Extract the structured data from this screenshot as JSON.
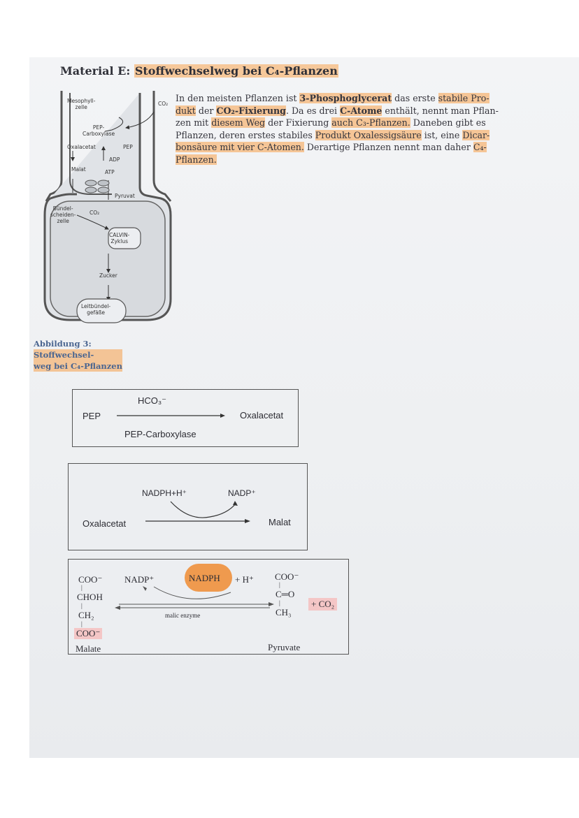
{
  "title": {
    "prefix": "Material E: ",
    "highlighted": "Stoffwechselweg bei C₄-Pflanzen"
  },
  "paragraph": {
    "l1a": "In den meisten Pflanzen ist ",
    "l1b": "3-Phosphoglycerat",
    "l1c": " das erste ",
    "l1d": "stabile Pro-",
    "l2a": "dukt",
    "l2b": " der ",
    "l2c": "CO₂-Fixierung",
    "l2d": ". Da es drei ",
    "l2e": "C-Atome",
    "l2f": " enthält, nennt man Pflan-",
    "l3a": "zen mit ",
    "l3b": "diesem Weg",
    "l3c": " der Fixierung ",
    "l3d": "auch C₃-Pflanzen.",
    "l3e": " Daneben gibt es",
    "l4a": "Pflanzen, deren erstes stabiles ",
    "l4b": "Produkt Oxalessigsäure",
    "l4c": " ist, eine ",
    "l4d": "Dicar-",
    "l5a": "bonsäure mit vier C-Atomen.",
    "l5b": " Derartige Pflanzen nennt man daher ",
    "l5c": "C₄-",
    "l6a": "Pflanzen."
  },
  "diagram": {
    "mesophyll": [
      "Mesophyll-",
      "zelle"
    ],
    "co2_top": "CO₂",
    "pep_carboxylase": [
      "PEP-",
      "Carboxylase"
    ],
    "oxalacetat": "Oxalacetat",
    "pep": "PEP",
    "adp": "ADP",
    "malat": "Malat",
    "atp": "ATP",
    "pyruvat": "Pyruvat",
    "buendelscheiden": [
      "Bündel-",
      "scheiden-",
      "zelle"
    ],
    "co2_inner": "CO₂",
    "calvin": [
      "CALVIN-",
      "Zyklus"
    ],
    "zucker": "Zucker",
    "leitbuendel": [
      "Leitbündel-",
      "gefäße"
    ]
  },
  "caption": {
    "line1a": "Abbildung 3: ",
    "line1b": "Stoffwechsel-",
    "line2": "weg bei C₄-Pflanzen"
  },
  "reaction1": {
    "hco3": "HCO₃⁻",
    "substrate": "PEP",
    "product": "Oxalacetat",
    "enzyme": "PEP-Carboxylase"
  },
  "reaction2": {
    "cofactor_in": "NADPH+H⁺",
    "cofactor_out": "NADP⁺",
    "substrate": "Oxalacetat",
    "product": "Malat"
  },
  "reaction3": {
    "malate": [
      "COO⁻",
      "CHOH",
      "CH₂",
      "COO⁻"
    ],
    "malate_label": "Malate",
    "nadp": "NADP⁺",
    "nadph": "NADPH",
    "h": "+ H⁺",
    "enzyme": "malic enzyme",
    "pyruvate": [
      "COO⁻",
      "C═O",
      "CH₃"
    ],
    "pyruvate_label": "Pyruvate",
    "co2": "+ CO₂"
  },
  "colors": {
    "highlight": "#f5c596",
    "pink": "#f4c6c6",
    "orange": "#ef9a4e",
    "caption": "#4a6590"
  }
}
